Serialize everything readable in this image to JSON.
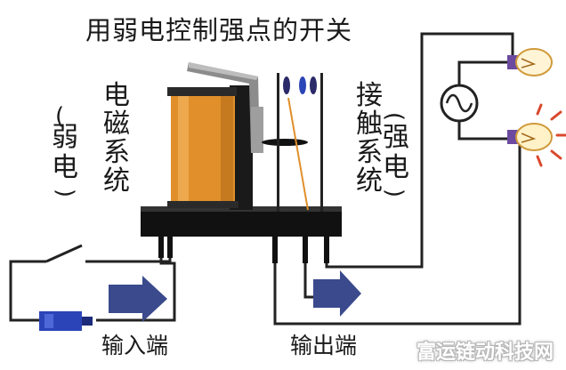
{
  "title": "用弱电控制强点的开关",
  "left_system": {
    "line1": "电磁系统",
    "line2": "弱电"
  },
  "right_system": {
    "line1": "接触系统",
    "line2": "强电"
  },
  "input_label": "输入端",
  "output_label": "输出端",
  "watermark": "富运链动科技网",
  "colors": {
    "coil": "#e08f2a",
    "base": "#111111",
    "arrow": "#3a4a8c",
    "battery": "#2b45b8",
    "lamp_glow": "#d9482c",
    "wire": "#222222"
  },
  "icons": [
    "coil-icon",
    "armature-icon",
    "switch-icon",
    "arrow-icon",
    "battery-icon",
    "ac-source-icon",
    "lamp-icon"
  ]
}
